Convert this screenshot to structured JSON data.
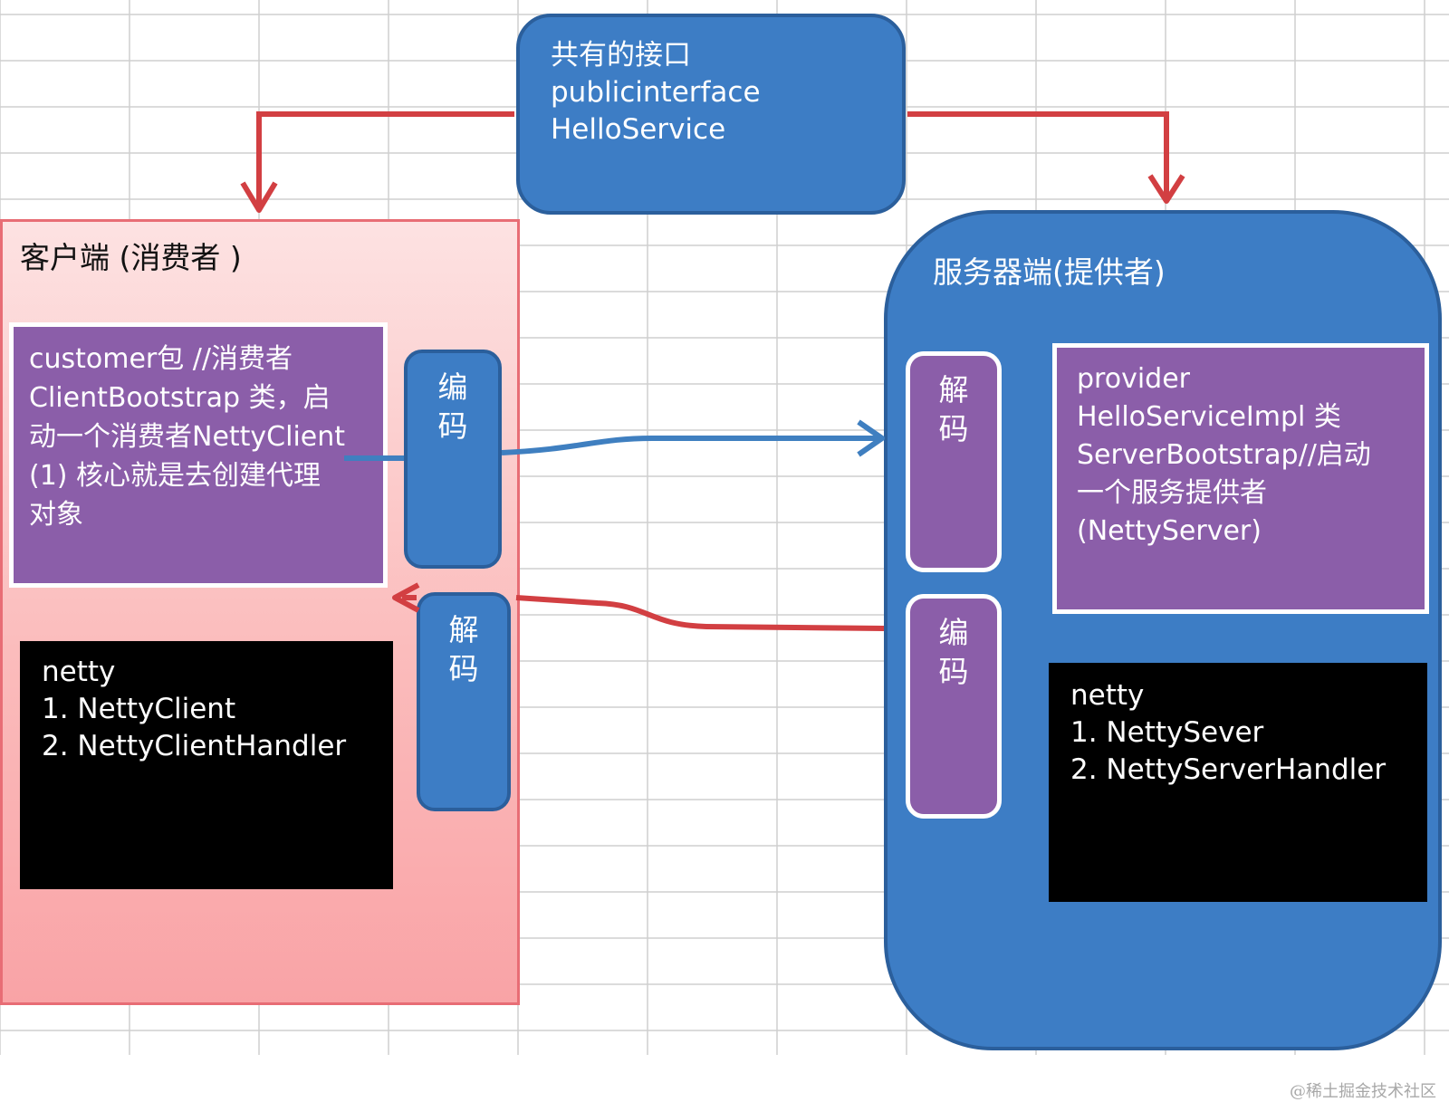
{
  "interface_box": {
    "text": "共有的接口\npublicinterface\nHelloService"
  },
  "client": {
    "title": "客户端 (消费者 )",
    "package_text": "customer包 //消费者\nClientBootstrap 类，启\n动一个消费者NettyClient\n(1) 核心就是去创建代理\n对象",
    "encode_label": "编\n码",
    "decode_label": "解\n码",
    "netty_text": "netty\n1. NettyClient\n2. NettyClientHandler"
  },
  "server": {
    "title": "服务器端(提供者)",
    "decode_label": "解\n码",
    "encode_label": "编\n码",
    "package_text": "provider\nHelloServiceImpl 类\nServerBootstrap//启动\n一个服务提供者\n(NettyServer)",
    "netty_text": "netty\n1. NettySever\n2. NettyServerHandler"
  },
  "watermark": "@稀土掘金技术社区",
  "colors": {
    "box_blue": "#3d7dc5",
    "box_border_blue": "#2b5f9c",
    "purple": "#8b5ea9",
    "client_pink": "#fbbcbc",
    "arrow_red": "#d23f42",
    "arrow_blue": "#3f7fc0"
  }
}
